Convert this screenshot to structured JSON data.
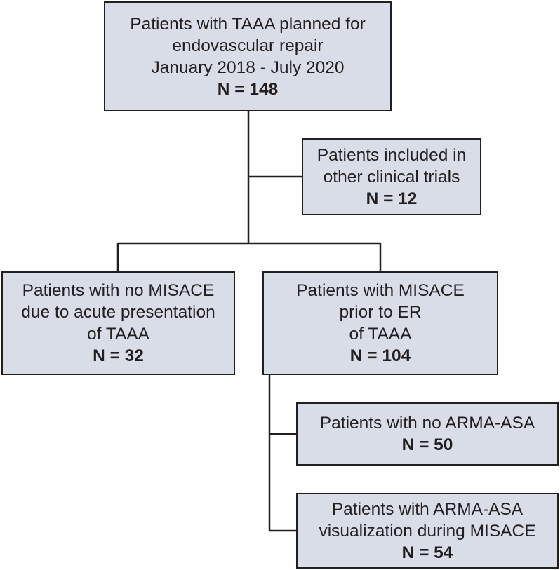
{
  "boxes": {
    "top": {
      "lines": [
        "Patients with TAAA planned for",
        "endovascular repair",
        "January 2018 - July 2020"
      ],
      "count": "N = 148"
    },
    "excluded": {
      "lines": [
        "Patients included in",
        "other clinical trials"
      ],
      "count": "N = 12"
    },
    "no_misace": {
      "lines": [
        "Patients with no MISACE",
        "due to acute presentation",
        "of TAAA"
      ],
      "count": "N = 32"
    },
    "misace": {
      "lines": [
        "Patients with MISACE",
        "prior to ER",
        "of TAAA"
      ],
      "count": "N = 104"
    },
    "no_arma": {
      "lines": [
        "Patients with no ARMA-ASA"
      ],
      "count": "N = 50"
    },
    "arma": {
      "lines": [
        "Patients with ARMA-ASA",
        "visualization during MISACE"
      ],
      "count": "N = 54"
    }
  },
  "colors": {
    "box_fill": "#d9dde8",
    "border": "#231f20",
    "text": "#231f20"
  }
}
